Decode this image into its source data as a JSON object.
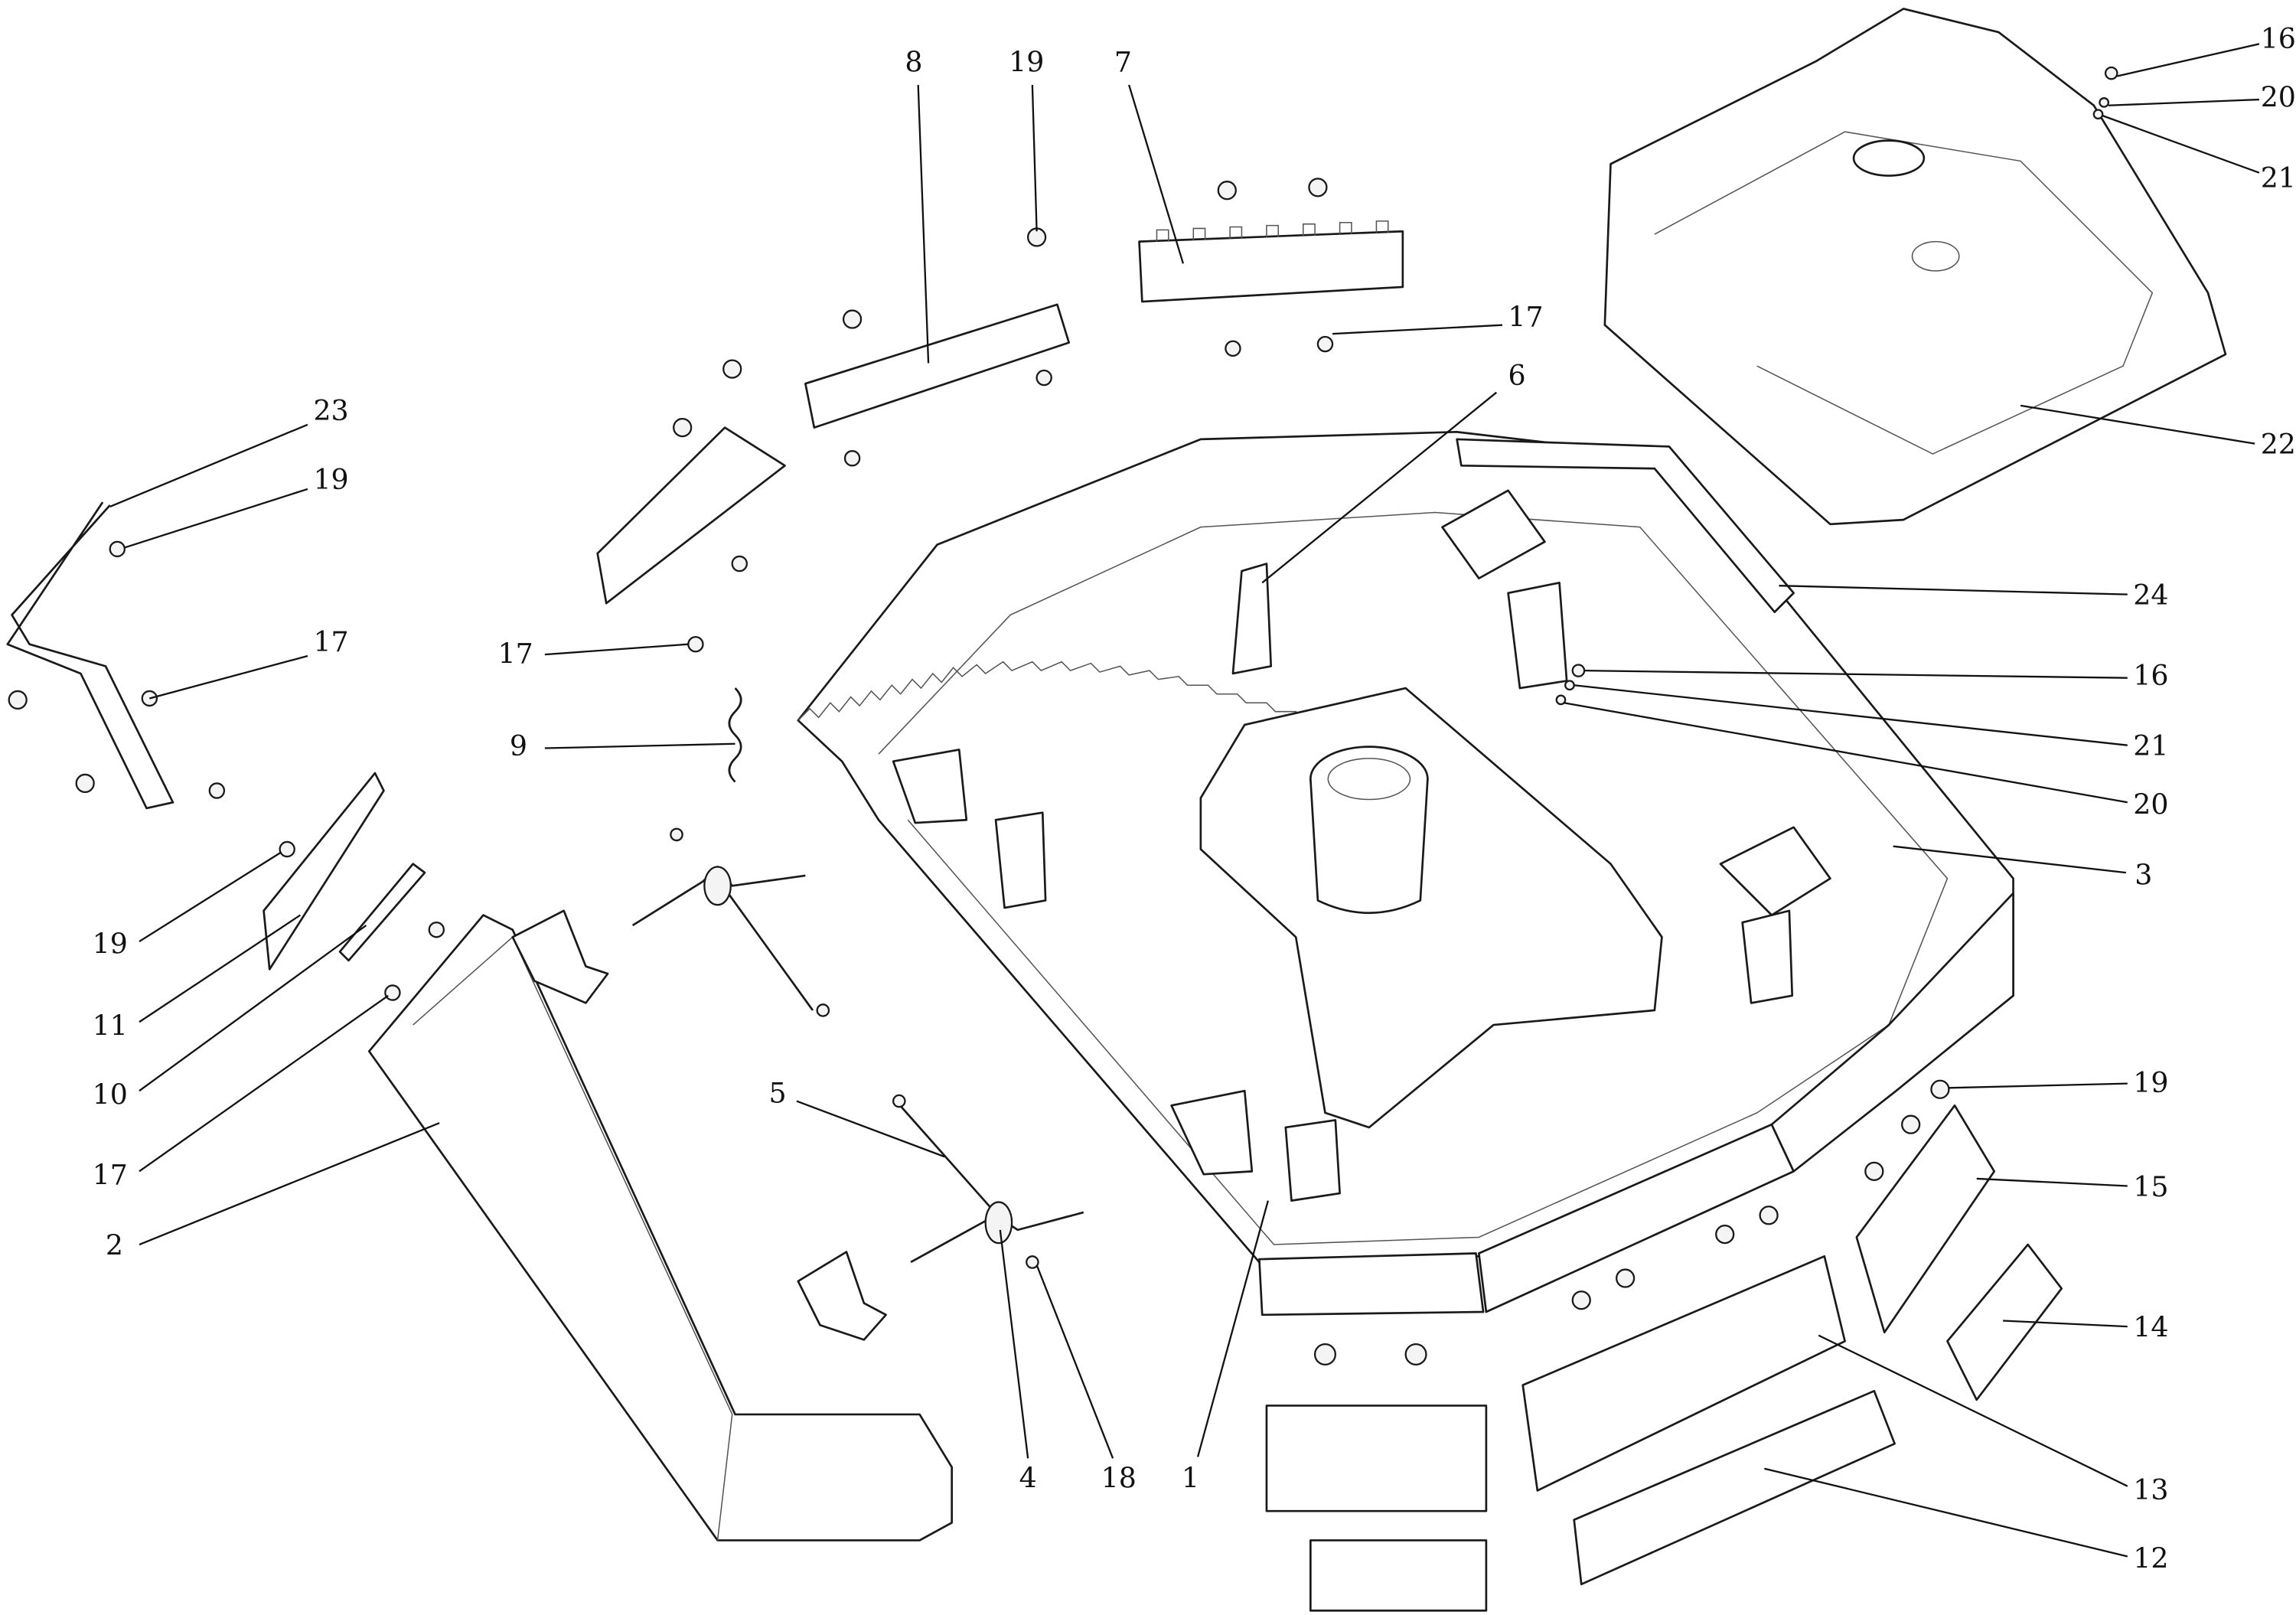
{
  "diagram": {
    "type": "exploded-parts-diagram",
    "line_color": "#1a1a1a",
    "background": "#ffffff",
    "callouts": [
      {
        "number": "8"
      },
      {
        "number": "19"
      },
      {
        "number": "7"
      },
      {
        "number": "16"
      },
      {
        "number": "20"
      },
      {
        "number": "21"
      },
      {
        "number": "17"
      },
      {
        "number": "6"
      },
      {
        "number": "23"
      },
      {
        "number": "19"
      },
      {
        "number": "22"
      },
      {
        "number": "24"
      },
      {
        "number": "17"
      },
      {
        "number": "17"
      },
      {
        "number": "16"
      },
      {
        "number": "21"
      },
      {
        "number": "9"
      },
      {
        "number": "20"
      },
      {
        "number": "3"
      },
      {
        "number": "19"
      },
      {
        "number": "11"
      },
      {
        "number": "19"
      },
      {
        "number": "10"
      },
      {
        "number": "5"
      },
      {
        "number": "17"
      },
      {
        "number": "15"
      },
      {
        "number": "2"
      },
      {
        "number": "14"
      },
      {
        "number": "4"
      },
      {
        "number": "18"
      },
      {
        "number": "1"
      },
      {
        "number": "13"
      },
      {
        "number": "12"
      }
    ]
  }
}
